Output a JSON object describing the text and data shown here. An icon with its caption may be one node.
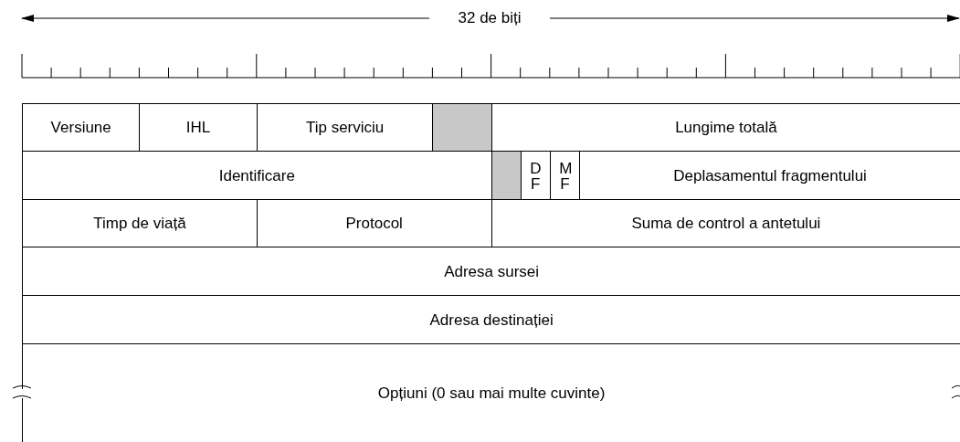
{
  "diagram": {
    "nodes": [
      {
        "text": [
          "Versiune"
        ]
      },
      {
        "text": [
          "IHL"
        ]
      },
      {
        "text": [
          "Tip serviciu"
        ]
      },
      {
        "text": [],
        "shape": "box"
      },
      {
        "text": [
          "Lungime totală"
        ]
      },
      {
        "text": [
          "Identificare"
        ]
      },
      {
        "text": [],
        "shape": "box"
      },
      {
        "text": [
          "D F"
        ]
      },
      {
        "text": [
          "M F"
        ]
      },
      {
        "text": [
          "Deplasamentul fragmentului"
        ]
      },
      {
        "text": [
          "Timp de viață"
        ]
      },
      {
        "text": [
          "Protocol"
        ]
      },
      {
        "text": [
          "Suma de control a antetului"
        ]
      },
      {
        "text": [
          "Adresa sursei"
        ]
      },
      {
        "text": [
          "Adresa destinației"
        ]
      },
      {
        "text": [
          "Opțiuni (0 sau mai multe cuvinte)"
        ]
      }
    ],
    "labels": [
      "32 de biți"
    ]
  }
}
